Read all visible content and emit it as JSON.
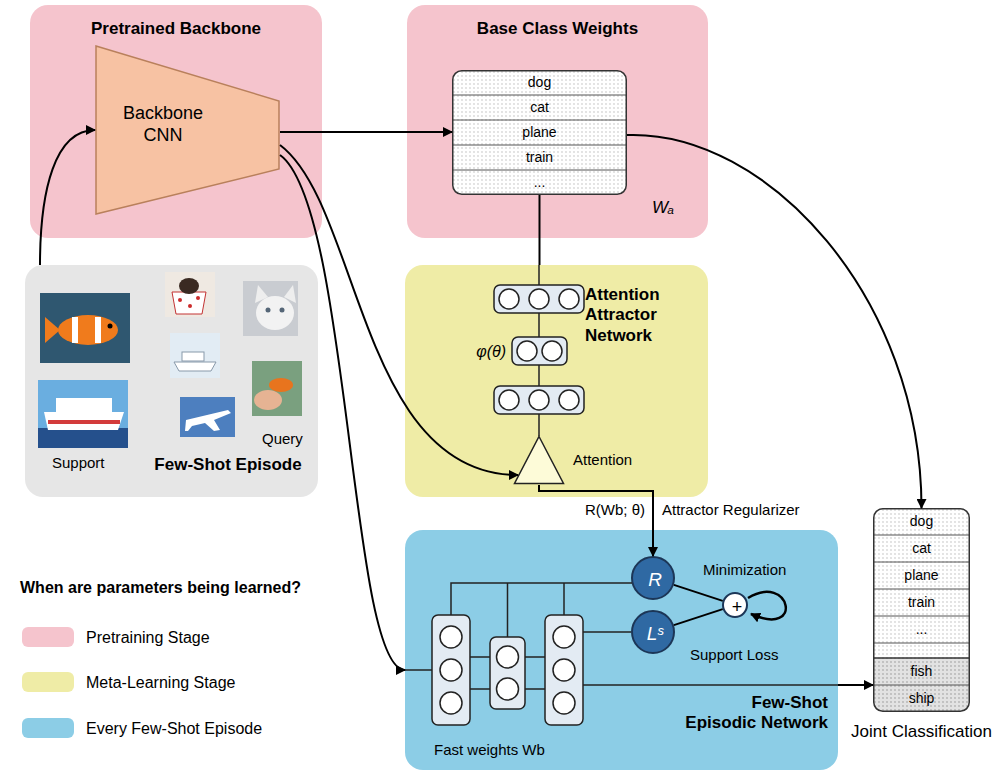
{
  "diagram": {
    "nodes": [
      {
        "text": [
          "Pretrained Backbone"
        ]
      },
      {
        "text": [
          "Backbone CNN"
        ],
        "in": 0
      },
      {
        "text": [
          "Base Class Weights"
        ]
      },
      {
        "text": [
          "dog",
          "cat",
          "plane",
          "train",
          "..."
        ],
        "in": 2
      },
      {
        "text": [
          "Few-Shot Episode"
        ]
      },
      {
        "text": [
          "Attention Attractor Network"
        ]
      },
      {
        "text": [
          "Attention"
        ],
        "in": 5
      },
      {
        "text": [
          "Few-Shot Episodic Network"
        ]
      },
      {
        "text": [
          "R"
        ],
        "in": 7
      },
      {
        "text": [
          "Lˢ"
        ],
        "in": 7
      },
      {
        "text": [
          "+"
        ],
        "in": 7
      },
      {
        "text": [
          "dog",
          "cat",
          "plane",
          "train",
          "...",
          "fish",
          "ship",
          "Joint Classification"
        ]
      }
    ],
    "edges": [
      {
        "from": 4,
        "to": 1,
        "arrow": "to"
      },
      {
        "from": 1,
        "to": 3,
        "arrow": "to"
      },
      {
        "from": 1,
        "to": 6,
        "arrow": "to"
      },
      {
        "from": 1,
        "to": 7,
        "arrow": "to"
      },
      {
        "from": 3,
        "to": 11,
        "arrow": "to"
      },
      {
        "from": 3,
        "to": 5,
        "arrow": "none"
      },
      {
        "from": 6,
        "to": 8,
        "label": "R(Wb; θ)",
        "arrow": "to"
      },
      {
        "from": 8,
        "to": 10,
        "arrow": "none"
      },
      {
        "from": 9,
        "to": 10,
        "arrow": "none"
      },
      {
        "from": 7,
        "to": 11,
        "arrow": "to"
      }
    ],
    "labels": [
      "Wₐ",
      "Support",
      "Query",
      "φ(θ)",
      "Attractor Regularizer",
      "Minimization",
      "Support Loss",
      "Fast weights Wb",
      "When are parameters being learned?"
    ],
    "legend": [
      {
        "text": "Pretraining Stage",
        "color": "#f5c4cd"
      },
      {
        "text": "Meta-Learning Stage",
        "color": "#efeca6"
      },
      {
        "text": "Every Few-Shot Episode",
        "color": "#8ccde6"
      }
    ]
  }
}
